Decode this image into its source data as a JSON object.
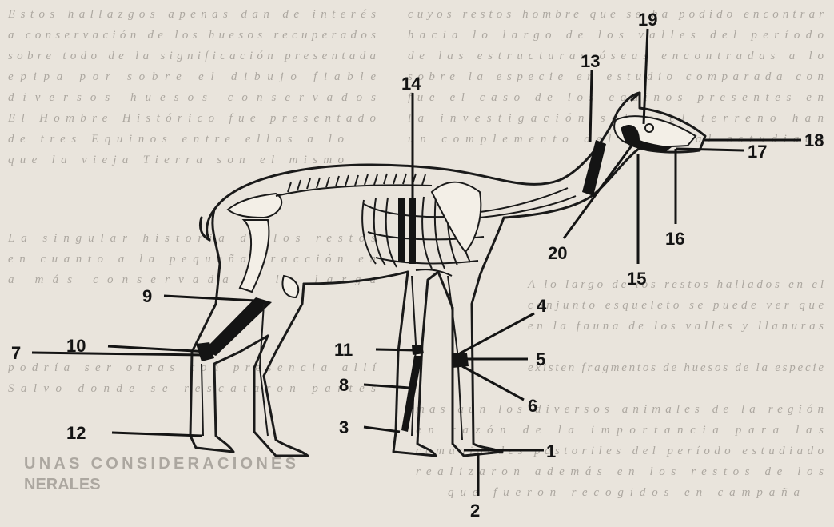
{
  "figure": {
    "callouts": [
      {
        "id": "c1",
        "label": "1"
      },
      {
        "id": "c2",
        "label": "2"
      },
      {
        "id": "c3",
        "label": "3"
      },
      {
        "id": "c4",
        "label": "4"
      },
      {
        "id": "c5",
        "label": "5"
      },
      {
        "id": "c6",
        "label": "6"
      },
      {
        "id": "c7",
        "label": "7"
      },
      {
        "id": "c8",
        "label": "8"
      },
      {
        "id": "c9",
        "label": "9"
      },
      {
        "id": "c10",
        "label": "10"
      },
      {
        "id": "c11",
        "label": "11"
      },
      {
        "id": "c12",
        "label": "12"
      },
      {
        "id": "c13",
        "label": "13"
      },
      {
        "id": "c14",
        "label": "14"
      },
      {
        "id": "c15",
        "label": "15"
      },
      {
        "id": "c16",
        "label": "16"
      },
      {
        "id": "c17",
        "label": "17"
      },
      {
        "id": "c18",
        "label": "18"
      },
      {
        "id": "c19",
        "label": "19"
      },
      {
        "id": "c20",
        "label": "20"
      }
    ],
    "background_text": {
      "heading": "UNAS CONSIDERACIONES",
      "heading_cont": "NERALES"
    }
  },
  "colors": {
    "paper": "#e9e4dc",
    "ink": "#141414",
    "bone_fill": "#f3efe7"
  }
}
